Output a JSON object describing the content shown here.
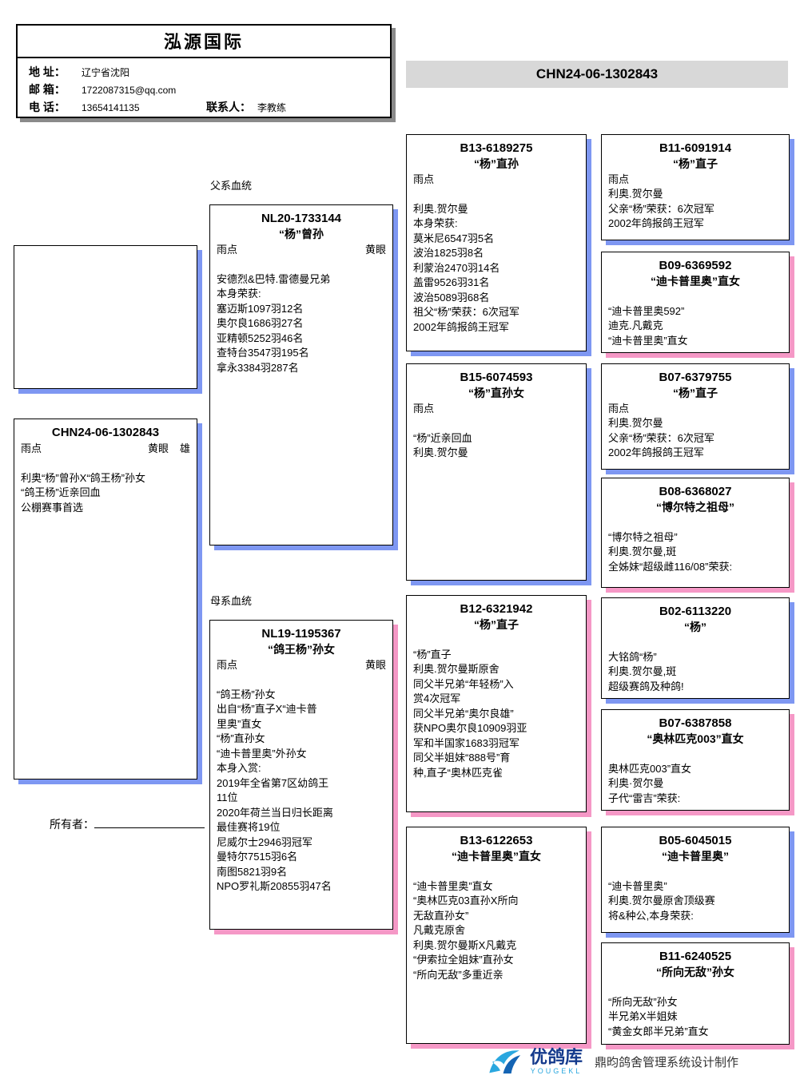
{
  "colors": {
    "sire_shadow": "#7e97f2",
    "dam_shadow": "#f598c6",
    "banner_bg": "#d8d8d8",
    "brand_navy": "#143a8c",
    "brand_blue": "#2aa7df"
  },
  "header": {
    "title": "泓源国际",
    "address_label": "地 址：",
    "address": "辽宁省沈阳",
    "email_label": "邮 箱：",
    "email": "1722087315@qq.com",
    "phone_label": "电 话：",
    "phone": "13654141135",
    "contact_label": "联系人：",
    "contact": "李教练"
  },
  "banner": {
    "ring": "CHN24-06-1302843"
  },
  "labels": {
    "father_line": "父系血统",
    "mother_line": "母系血统",
    "owner": "所有者："
  },
  "footer": {
    "brand": "优鸽库",
    "brand_en": "YOUGEKL",
    "credit": "鼎昀鸽舍管理系统设计制作"
  },
  "boxes": {
    "subject": {
      "ring": "CHN24-06-1302843",
      "name": "",
      "color": "雨点",
      "eye": "黄眼",
      "sex": "雄",
      "lines": [
        "",
        "利奥“杨”曾孙X“鸽王杨”孙女",
        "“鸽王杨”近亲回血",
        "公棚赛事首选"
      ]
    },
    "father": {
      "ring": "NL20-1733144",
      "name": "“杨”曾孙",
      "color": "雨点",
      "eye": "黄眼",
      "sex": "",
      "lines": [
        "",
        "安德烈&巴特.雷德曼兄弟",
        "本身荣获:",
        "塞迈斯1097羽12名",
        "奥尔良1686羽27名",
        "亚精顿5252羽46名",
        "查特台3547羽195名",
        "拿永3384羽287名"
      ]
    },
    "mother": {
      "ring": "NL19-1195367",
      "name": "“鸽王杨”孙女",
      "color": "雨点",
      "eye": "黄眼",
      "sex": "",
      "lines": [
        "",
        "“鸽王杨”孙女",
        "出自“杨”直子X“迪卡普",
        "里奥”直女",
        "“杨”直孙女",
        "“迪卡普里奥”外孙女",
        "本身入赏:",
        "2019年全省第7区幼鸽王",
        "11位",
        "2020年荷兰当日归长距离",
        "最佳赛将19位",
        "尼威尔士2946羽冠军",
        "曼特尔7515羽6名",
        "南图5821羽9名",
        "NPO罗礼斯20855羽47名"
      ]
    },
    "ff": {
      "ring": "B13-6189275",
      "name": "“杨”直孙",
      "color": "雨点",
      "eye": "",
      "sex": "",
      "lines": [
        "",
        "利奥.贺尔曼",
        "本身荣获:",
        "莫米尼6547羽5名",
        "波治1825羽8名",
        "利蒙治2470羽14名",
        "盖雷9526羽31名",
        "波治5089羽68名",
        "祖父“杨”荣获：6次冠军",
        "2002年鸽报鸽王冠军"
      ]
    },
    "fm": {
      "ring": "B15-6074593",
      "name": "“杨”直孙女",
      "color": "雨点",
      "eye": "",
      "sex": "",
      "lines": [
        "",
        "“杨”近亲回血",
        "利奥.贺尔曼"
      ]
    },
    "mf": {
      "ring": "B12-6321942",
      "name": "“杨”直子",
      "color": "",
      "eye": "",
      "sex": "",
      "lines": [
        "",
        "“杨”直子",
        "利奥.贺尔曼斯原舍",
        "同父半兄弟“年轻杨”入",
        "赏4次冠军",
        "同父半兄弟“奥尔良雄”",
        "获NPO奥尔良10909羽亚",
        "军和半国家1683羽冠军",
        "同父半姐妹“888号”育",
        "种,直子“奥林匹克雀"
      ]
    },
    "mm": {
      "ring": "B13-6122653",
      "name": "“迪卡普里奥”直女",
      "color": "",
      "eye": "",
      "sex": "",
      "lines": [
        "",
        "“迪卡普里奥”直女",
        "“奥林匹克03直孙X所向",
        "无敌直孙女”",
        "凡戴克原舍",
        "利奥.贺尔曼斯X凡戴克",
        "“伊索拉全姐妹”直孙女",
        "“所向无敌”多重近亲"
      ]
    },
    "fff": {
      "ring": "B11-6091914",
      "name": "“杨”直子",
      "color": "雨点",
      "eye": "",
      "sex": "",
      "lines": [
        "利奥.贺尔曼",
        "父亲“杨”荣获：6次冠军",
        "2002年鸽报鸽王冠军"
      ]
    },
    "ffm": {
      "ring": "B09-6369592",
      "name": "“迪卡普里奥”直女",
      "color": "",
      "eye": "",
      "sex": "",
      "lines": [
        "",
        "“迪卡普里奥592”",
        "迪克.凡戴克",
        "“迪卡普里奥”直女"
      ]
    },
    "fmf": {
      "ring": "B07-6379755",
      "name": "“杨”直子",
      "color": "雨点",
      "eye": "",
      "sex": "",
      "lines": [
        "利奥.贺尔曼",
        "父亲“杨”荣获：6次冠军",
        "2002年鸽报鸽王冠军"
      ]
    },
    "fmm": {
      "ring": "B08-6368027",
      "name": "“博尔特之祖母”",
      "color": "",
      "eye": "",
      "sex": "",
      "lines": [
        "",
        "“博尔特之祖母”",
        "利奥.贺尔曼,斑",
        "全姊妹“超级雌116/08”荣获:"
      ]
    },
    "mff": {
      "ring": "B02-6113220",
      "name": "“杨”",
      "color": "",
      "eye": "",
      "sex": "",
      "lines": [
        "",
        "大铭鸽“杨”",
        "利奥.贺尔曼,斑",
        "超级赛鸽及种鸽!"
      ]
    },
    "mfm": {
      "ring": "B07-6387858",
      "name": "“奥林匹克003”直女",
      "color": "",
      "eye": "",
      "sex": "",
      "lines": [
        "",
        "奥林匹克003”直女",
        "利奥·贺尔曼",
        "子代“雷吉”荣获:"
      ]
    },
    "mmf": {
      "ring": "B05-6045015",
      "name": "“迪卡普里奥”",
      "color": "",
      "eye": "",
      "sex": "",
      "lines": [
        "",
        "“迪卡普里奥”",
        "利奥.贺尔曼原舍顶级赛",
        "将&种公,本身荣获:"
      ]
    },
    "mmm": {
      "ring": "B11-6240525",
      "name": "“所向无敌”孙女",
      "color": "",
      "eye": "",
      "sex": "",
      "lines": [
        "",
        "“所向无敌”孙女",
        "半兄弟X半姐妹",
        "“黄金女郎半兄弟”直女"
      ]
    }
  }
}
